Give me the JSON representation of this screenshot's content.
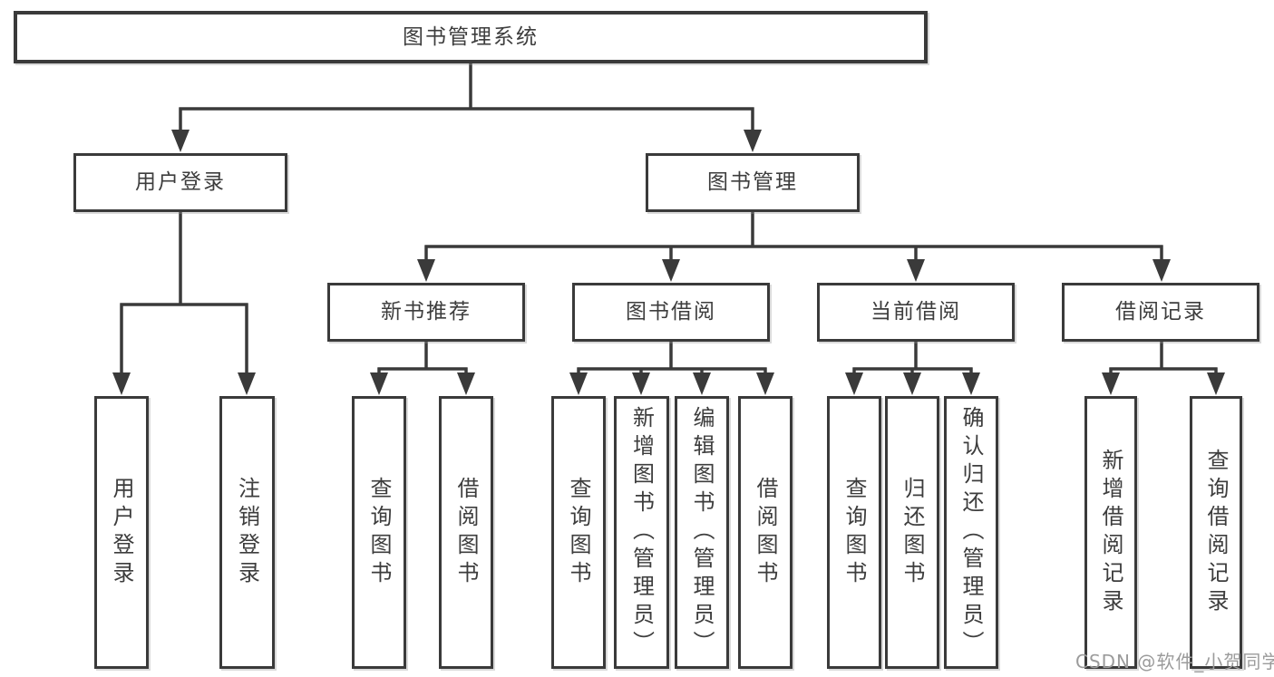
{
  "tree": {
    "root": {
      "label": "图书管理系统",
      "children": [
        {
          "label": "用户登录",
          "children": [
            {
              "label": "用户登录"
            },
            {
              "label": "注销登录"
            }
          ]
        },
        {
          "label": "图书管理",
          "children": [
            {
              "label": "新书推荐",
              "children": [
                {
                  "label": "查询图书"
                },
                {
                  "label": "借阅图书"
                }
              ]
            },
            {
              "label": "图书借阅",
              "children": [
                {
                  "label": "查询图书"
                },
                {
                  "label": "新增图书（管理员）"
                },
                {
                  "label": "编辑图书（管理员）"
                },
                {
                  "label": "借阅图书"
                }
              ]
            },
            {
              "label": "当前借阅",
              "children": [
                {
                  "label": "查询图书"
                },
                {
                  "label": "归还图书"
                },
                {
                  "label": "确认归还（管理员）"
                }
              ]
            },
            {
              "label": "借阅记录",
              "children": [
                {
                  "label": "新增借阅记录"
                },
                {
                  "label": "查询借阅记录"
                }
              ]
            }
          ]
        }
      ]
    }
  },
  "watermark": "CSDN @软件_小贺同学",
  "colors": {
    "line": "#3a3a3a",
    "text": "#3d3d3d",
    "box_background": "#ffffff",
    "watermark": "#9b9b9b",
    "background": "#ffffff"
  }
}
